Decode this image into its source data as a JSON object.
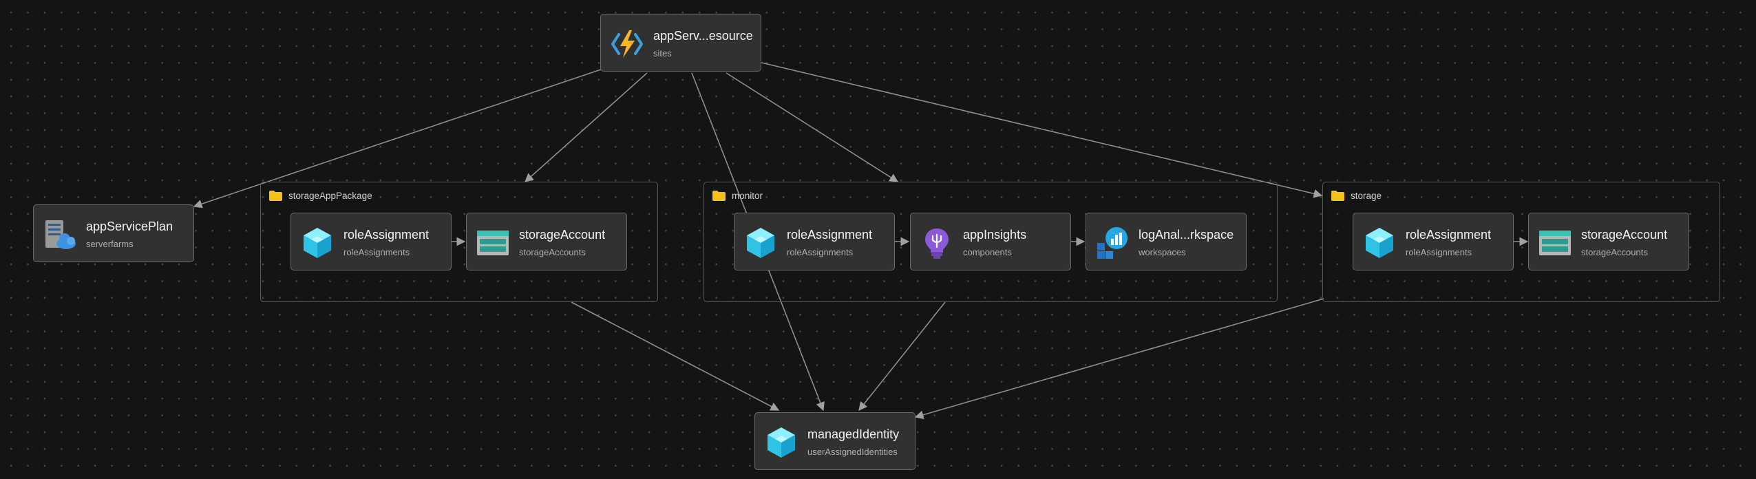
{
  "nodes": {
    "app_service": {
      "title": "appServ...esource",
      "type": "sites",
      "icon": "function-app-icon"
    },
    "app_service_plan": {
      "title": "appServicePlan",
      "type": "serverfarms",
      "icon": "app-service-plan-icon"
    },
    "sap_role": {
      "title": "roleAssignment",
      "type": "roleAssignments",
      "icon": "cube-icon"
    },
    "sap_storage": {
      "title": "storageAccount",
      "type": "storageAccounts",
      "icon": "storage-account-icon"
    },
    "mon_role": {
      "title": "roleAssignment",
      "type": "roleAssignments",
      "icon": "cube-icon"
    },
    "mon_insights": {
      "title": "appInsights",
      "type": "components",
      "icon": "lightbulb-icon"
    },
    "mon_logs": {
      "title": "logAnal...rkspace",
      "type": "workspaces",
      "icon": "log-analytics-icon"
    },
    "st_role": {
      "title": "roleAssignment",
      "type": "roleAssignments",
      "icon": "cube-icon"
    },
    "st_storage": {
      "title": "storageAccount",
      "type": "storageAccounts",
      "icon": "storage-account-icon"
    },
    "managed_identity": {
      "title": "managedIdentity",
      "type": "userAssignedIdentities",
      "icon": "cube-icon"
    }
  },
  "groups": {
    "storage_app_package": {
      "label": "storageAppPackage"
    },
    "monitor": {
      "label": "monitor"
    },
    "storage": {
      "label": "storage"
    }
  },
  "colors": {
    "background": "#141414",
    "node_fill": "#313131",
    "edge": "#9a9a9a",
    "folder": "#f3c21a"
  }
}
